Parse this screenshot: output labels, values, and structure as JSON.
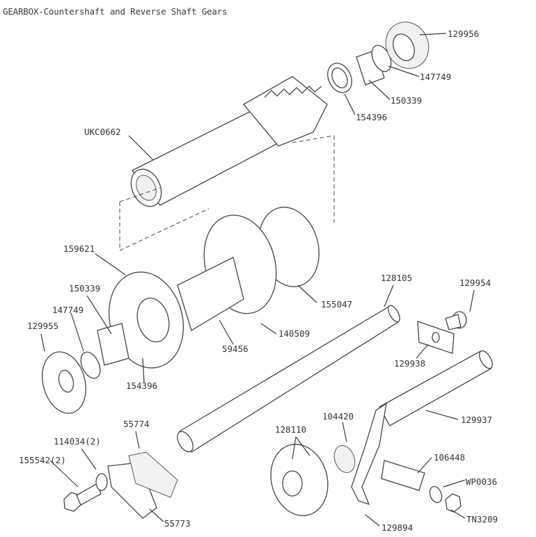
{
  "title": "GEARBOX-Countershaft and Reverse Shaft Gears",
  "callouts": [
    {
      "id": "129956",
      "label": "129956"
    },
    {
      "id": "147749-top",
      "label": "147749"
    },
    {
      "id": "150339-top",
      "label": "150339"
    },
    {
      "id": "154396-top",
      "label": "154396"
    },
    {
      "id": "UKC0662",
      "label": "UKC0662"
    },
    {
      "id": "159621",
      "label": "159621"
    },
    {
      "id": "150339-left",
      "label": "150339"
    },
    {
      "id": "147749-left",
      "label": "147749"
    },
    {
      "id": "129955",
      "label": "129955"
    },
    {
      "id": "154396-left",
      "label": "154396"
    },
    {
      "id": "59456",
      "label": "59456"
    },
    {
      "id": "140509",
      "label": "140509"
    },
    {
      "id": "155047",
      "label": "155047"
    },
    {
      "id": "128105",
      "label": "128105"
    },
    {
      "id": "129954",
      "label": "129954"
    },
    {
      "id": "129938",
      "label": "129938"
    },
    {
      "id": "129937",
      "label": "129937"
    },
    {
      "id": "55774",
      "label": "55774"
    },
    {
      "id": "114034",
      "label": "114034(2)"
    },
    {
      "id": "155542",
      "label": "155542(2)"
    },
    {
      "id": "55773",
      "label": "55773"
    },
    {
      "id": "128110",
      "label": "128110"
    },
    {
      "id": "104420",
      "label": "104420"
    },
    {
      "id": "106448",
      "label": "106448"
    },
    {
      "id": "WP0036",
      "label": "WP0036"
    },
    {
      "id": "TN3209",
      "label": "TN3209"
    },
    {
      "id": "129894",
      "label": "129894"
    }
  ]
}
